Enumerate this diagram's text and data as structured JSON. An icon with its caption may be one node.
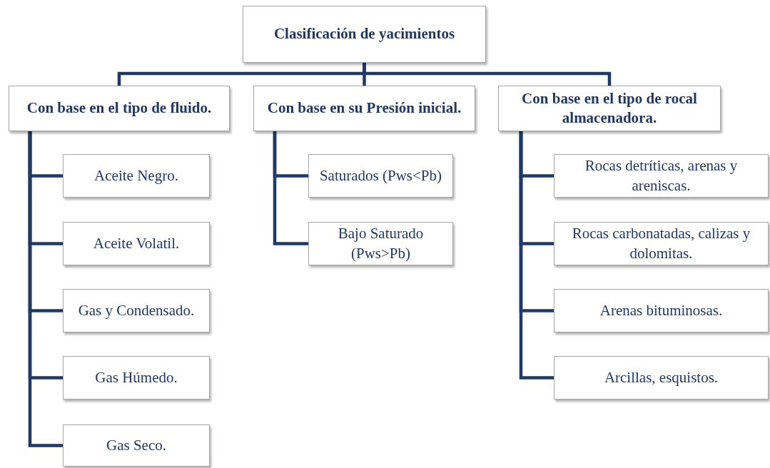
{
  "diagram": {
    "nodes": [
      {
        "text": [
          "Clasificación de yacimientos"
        ]
      },
      {
        "text": [
          "Con base en el tipo de fluido."
        ]
      },
      {
        "text": [
          "Con base en su Presión inicial."
        ]
      },
      {
        "text": [
          "Con base en el tipo de rocal almacenadora."
        ]
      },
      {
        "text": [
          "Aceite Negro."
        ]
      },
      {
        "text": [
          "Aceite Volatil."
        ]
      },
      {
        "text": [
          "Gas y Condensado."
        ]
      },
      {
        "text": [
          "Gas Húmedo."
        ]
      },
      {
        "text": [
          "Gas Seco."
        ]
      },
      {
        "text": [
          "Saturados (Pws<Pb)"
        ]
      },
      {
        "text": [
          "Bajo Saturado (Pws>Pb)"
        ]
      },
      {
        "text": [
          "Rocas detríticas, arenas y areniscas."
        ]
      },
      {
        "text": [
          "Rocas carbonatadas, calizas y dolomitas."
        ]
      },
      {
        "text": [
          "Arenas bituminosas."
        ]
      },
      {
        "text": [
          "Arcillas, esquistos."
        ]
      }
    ],
    "edges": [
      {
        "from": 0,
        "to": 1,
        "arrow": "none"
      },
      {
        "from": 0,
        "to": 2,
        "arrow": "none"
      },
      {
        "from": 0,
        "to": 3,
        "arrow": "none"
      },
      {
        "from": 1,
        "to": 4,
        "arrow": "none"
      },
      {
        "from": 1,
        "to": 5,
        "arrow": "none"
      },
      {
        "from": 1,
        "to": 6,
        "arrow": "none"
      },
      {
        "from": 1,
        "to": 7,
        "arrow": "none"
      },
      {
        "from": 1,
        "to": 8,
        "arrow": "none"
      },
      {
        "from": 2,
        "to": 9,
        "arrow": "none"
      },
      {
        "from": 2,
        "to": 10,
        "arrow": "none"
      },
      {
        "from": 3,
        "to": 11,
        "arrow": "none"
      },
      {
        "from": 3,
        "to": 12,
        "arrow": "none"
      },
      {
        "from": 3,
        "to": 13,
        "arrow": "none"
      },
      {
        "from": 3,
        "to": 14,
        "arrow": "none"
      }
    ]
  }
}
